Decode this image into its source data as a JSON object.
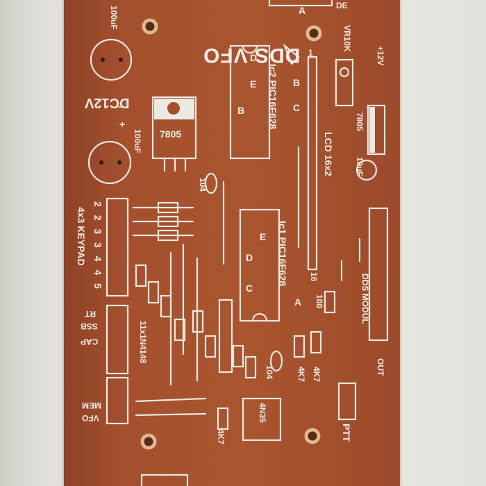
{
  "board": {
    "labels": {
      "dds_vfo": "DDS VFO",
      "dc12v": "DC12V",
      "minus": "-",
      "plus": "+",
      "cap_top": "100uF",
      "cap_bottom": "100uF",
      "reg_left": "7805",
      "reg_right": "7805",
      "vr": "VR10K",
      "plus12": "+12V",
      "cap_10uf": "10uF",
      "lcd": "LCD 16x2",
      "pin1": "1",
      "pin16": "16",
      "ic2": "Ic2 PIC16F628",
      "ic1": "Ic1 PIC16F628",
      "letter_a1": "A",
      "letter_b1": "B",
      "letter_c1": "C",
      "letter_d1": "D",
      "letter_e1": "E",
      "letter_b_inside": "B",
      "letter_a2": "A",
      "letter_c2": "C",
      "letter_d2": "D",
      "letter_e2": "E",
      "cap_104_top": "104",
      "cap_104_bottom": "104",
      "keypad": "4x3 KEYPAD",
      "kp_numbers": "2 2 3 3 4 4 5",
      "kp_rt": "RT",
      "kp_ssb": "SSB",
      "kp_cap": "CAP",
      "diodes": "11x1N4148",
      "mem": "MEM",
      "vfo_small": "VFO",
      "r100": "100",
      "r4k7_a": "4K7",
      "r4k7_b": "4K7",
      "r4k7_c": "4K7",
      "optocoupler": "4N35",
      "dds_module": "DDS MODUL",
      "out": "OUT",
      "ptt": "PTT",
      "mode_cut": "DE",
      "a_top": "A"
    }
  }
}
